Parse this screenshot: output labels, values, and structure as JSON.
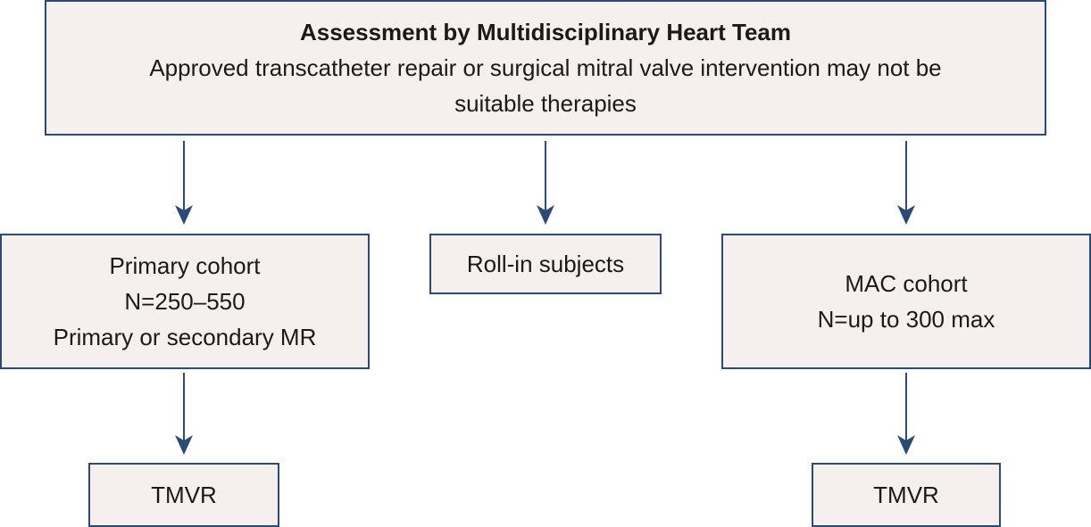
{
  "assessment": {
    "title": "Assessment by Multidisciplinary Heart Team",
    "line1": "Approved transcatheter repair or surgical mitral valve intervention may not be",
    "line2": "suitable therapies"
  },
  "primary_cohort": {
    "name": "Primary cohort",
    "n": "N=250–550",
    "detail": "Primary or secondary MR"
  },
  "roll_in": {
    "name": "Roll-in subjects"
  },
  "mac_cohort": {
    "name": "MAC cohort",
    "n": "N=up to 300 max"
  },
  "tmvr_left": {
    "label": "TMVR"
  },
  "tmvr_right": {
    "label": "TMVR"
  },
  "colors": {
    "border": "#2b4a78",
    "fill": "#f5f0ed",
    "arrow": "#2b4a78"
  }
}
